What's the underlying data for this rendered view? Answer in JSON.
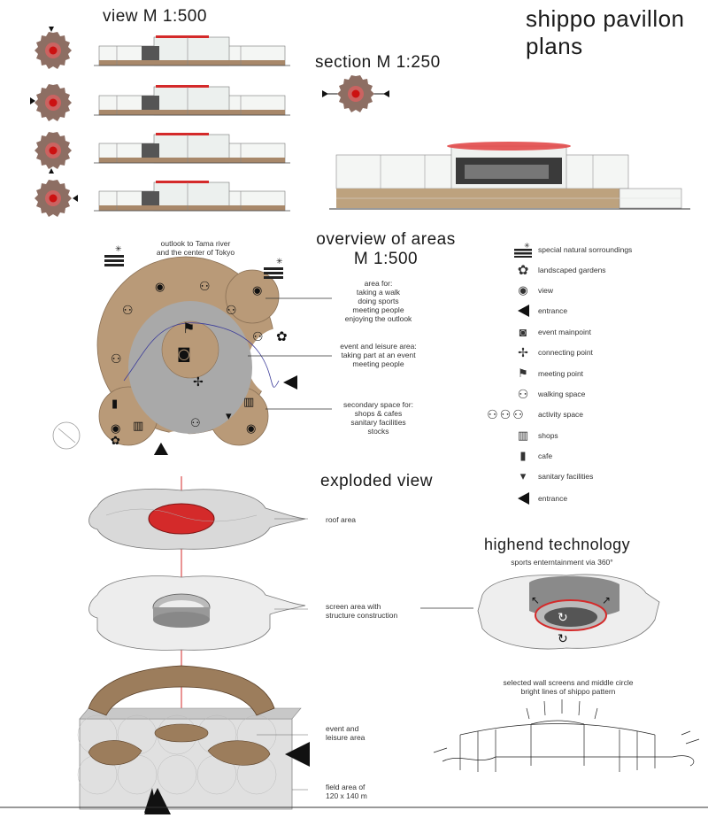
{
  "title": {
    "line1": "shippo pavillon",
    "line2": "plans"
  },
  "views": {
    "heading": "view M 1:500"
  },
  "section": {
    "heading": "section M 1:250"
  },
  "overview": {
    "heading_line1": "overview of areas",
    "heading_line2": "M 1:500",
    "outlook_line1": "outlook to Tama river",
    "outlook_line2": "and the center of Tokyo",
    "callout1": [
      "area for:",
      "taking a walk",
      "doing sports",
      "meeting people",
      "enjoying the outlook"
    ],
    "callout2": [
      "event and leisure area:",
      "taking part at an event",
      "meeting people"
    ],
    "callout3": [
      "secondary space for:",
      "shops & cafes",
      "sanitary facilities",
      "stocks"
    ]
  },
  "legend": [
    {
      "icon": "landscape-icon",
      "label": "special natural sorroundings"
    },
    {
      "icon": "flower-icon",
      "label": "landscaped gardens"
    },
    {
      "icon": "eye-icon",
      "label": "view"
    },
    {
      "icon": "triangle-icon",
      "label": "entrance"
    },
    {
      "icon": "stadium-icon",
      "label": "event mainpoint"
    },
    {
      "icon": "network-icon",
      "label": "connecting point"
    },
    {
      "icon": "people-icon",
      "label": "meeting point"
    },
    {
      "icon": "walker-icon",
      "label": "walking space"
    },
    {
      "icon": "dancers-icon",
      "label": "activity space"
    },
    {
      "icon": "basket-icon",
      "label": "shops"
    },
    {
      "icon": "cup-icon",
      "label": "cafe"
    },
    {
      "icon": "toilet-icon",
      "label": "sanitary facilities"
    },
    {
      "icon": "triangle-icon",
      "label": "entrance"
    }
  ],
  "exploded": {
    "heading": "exploded view",
    "labels": {
      "roof": "roof area",
      "screen_line1": "screen area with",
      "screen_line2": "structure construction",
      "event_line1": "event and",
      "event_line2": "leisure area",
      "field_line1": "field area of",
      "field_line2": "120 x 140 m"
    }
  },
  "tech": {
    "heading": "highend technology",
    "subtitle": "sports enterntainment via 360°",
    "note_line1": "selected wall screens and middle circle",
    "note_line2": "bright lines of shippo pattern"
  },
  "colors": {
    "accent": "#d42a2a",
    "wood": "#b99a78",
    "grey": "#bfbfbf"
  }
}
